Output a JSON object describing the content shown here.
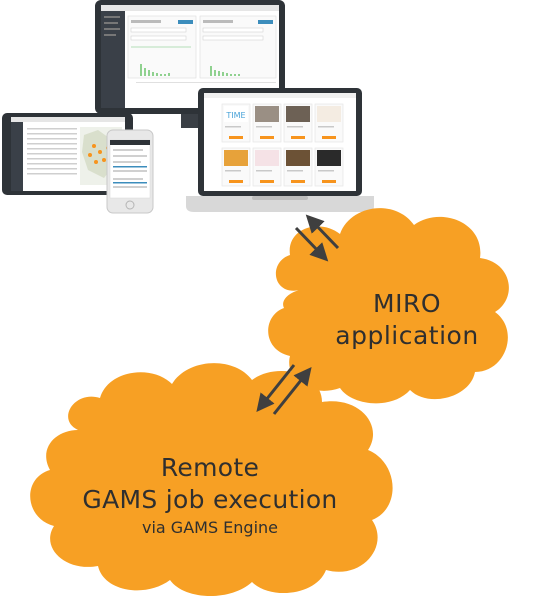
{
  "clouds": {
    "miro": {
      "line1": "MIRO",
      "line2": "application"
    },
    "remote": {
      "line1": "Remote",
      "line2": "GAMS job execution",
      "line3": "via GAMS Engine"
    }
  },
  "colors": {
    "cloud": "#f7a024",
    "arrow": "#3f3f3f",
    "text": "#2f2f2f",
    "device_frame": "#2e3338",
    "accent_orange": "#f7941d"
  },
  "devices": [
    "desktop-monitor",
    "tablet",
    "smartphone",
    "laptop"
  ]
}
